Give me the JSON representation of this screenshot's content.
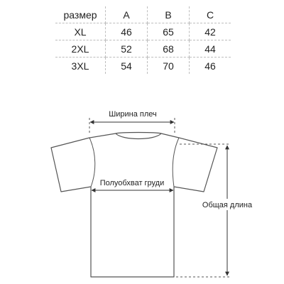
{
  "table": {
    "headers": [
      "размер",
      "A",
      "B",
      "C"
    ],
    "rows": [
      [
        "XL",
        "46",
        "65",
        "42"
      ],
      [
        "2XL",
        "52",
        "68",
        "44"
      ],
      [
        "3XL",
        "54",
        "70",
        "46"
      ]
    ]
  },
  "diagram": {
    "shoulder_label": "Ширина плеч",
    "chest_label": "Полуобхват груди",
    "length_label": "Общая длина"
  }
}
